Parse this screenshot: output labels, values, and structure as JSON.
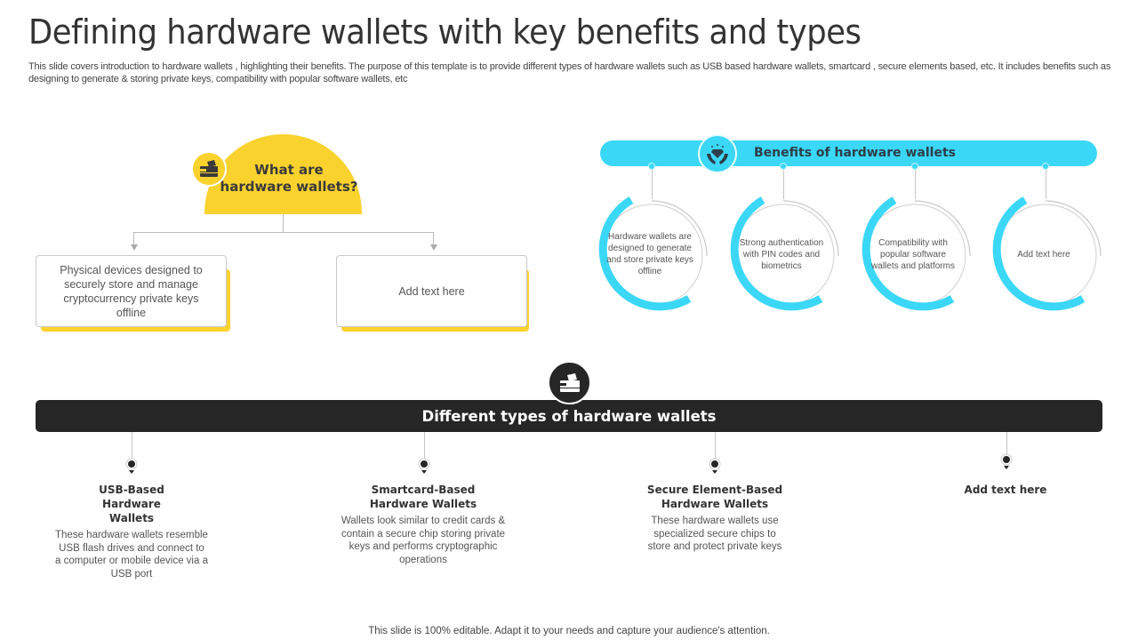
{
  "title": "Defining hardware wallets with key benefits and types",
  "subtitle": "This slide covers introduction to hardware wallets , highlighting their benefits. The purpose of this template is to provide different types of hardware wallets such as USB based hardware wallets, smartcard , secure elements based, etc. It includes benefits such as designing to generate & storing private keys, compatibility with popular software wallets, etc",
  "what_are": {
    "heading_line1": "What are",
    "heading_line2": "hardware wallets?",
    "icon": "wallet-icon",
    "cards": [
      {
        "text": "Physical devices  designed to securely store and manage  cryptocurrency private  keys offline"
      },
      {
        "text": "Add text here"
      }
    ]
  },
  "benefits": {
    "title": "Benefits  of hardware wallets",
    "icon": "diamond-hands-icon",
    "items": [
      {
        "text": "Hardware wallets are designed to generate and store private keys offline"
      },
      {
        "text": "Strong authentication  with PIN  codes and biometrics"
      },
      {
        "text": "Compatibility  with popular software wallets and platforms"
      },
      {
        "text": "Add text here"
      }
    ]
  },
  "types": {
    "title": "Different types of hardware wallets",
    "icon": "wallet-card-icon",
    "items": [
      {
        "heading": "USB-Based Hardware Wallets",
        "desc": "These hardware wallets resemble USB flash drives and connect to  a computer or mobile device via a USB port"
      },
      {
        "heading": "Smartcard-Based Hardware Wallets",
        "desc": "Wallets look similar to credit cards & contain a secure chip storing private keys and performs cryptographic operations"
      },
      {
        "heading": "Secure Element-Based Hardware Wallets",
        "desc": "These hardware wallets use specialized secure chips to store and protect private  keys"
      },
      {
        "heading": "Add text  here",
        "desc": ""
      }
    ]
  },
  "footer": "This slide is 100% editable. Adapt it to your needs and capture your audience's attention.",
  "colors": {
    "yellow": "#fad22e",
    "cyan": "#3bd7f7",
    "dark": "#262626"
  }
}
